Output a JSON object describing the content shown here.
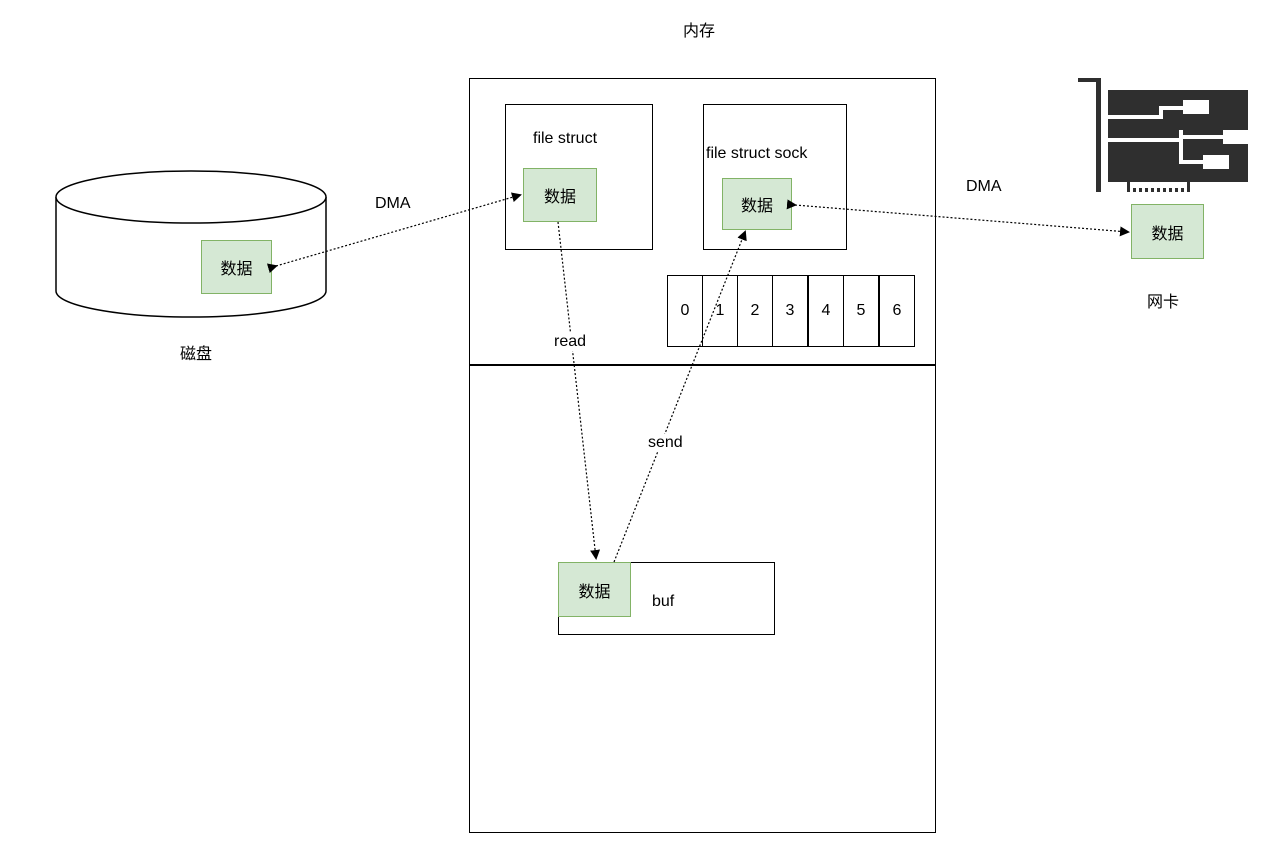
{
  "labels": {
    "memory": "内存",
    "disk": "磁盘",
    "nic": "网卡",
    "file_struct": "file struct",
    "file_struct_sock": "file struct sock",
    "buf": "buf"
  },
  "data_blocks": {
    "disk": "数据",
    "file_struct": "数据",
    "sock": "数据",
    "nic": "数据",
    "buf": "数据"
  },
  "cells": [
    "0",
    "1",
    "2",
    "3",
    "4",
    "5",
    "6"
  ],
  "arrows": {
    "dma_left": "DMA",
    "dma_right": "DMA",
    "read": "read",
    "send": "send"
  },
  "colors": {
    "data_fill": "#d5e8d4",
    "data_stroke": "#82b366",
    "nic_icon": "#2f2f2f"
  }
}
